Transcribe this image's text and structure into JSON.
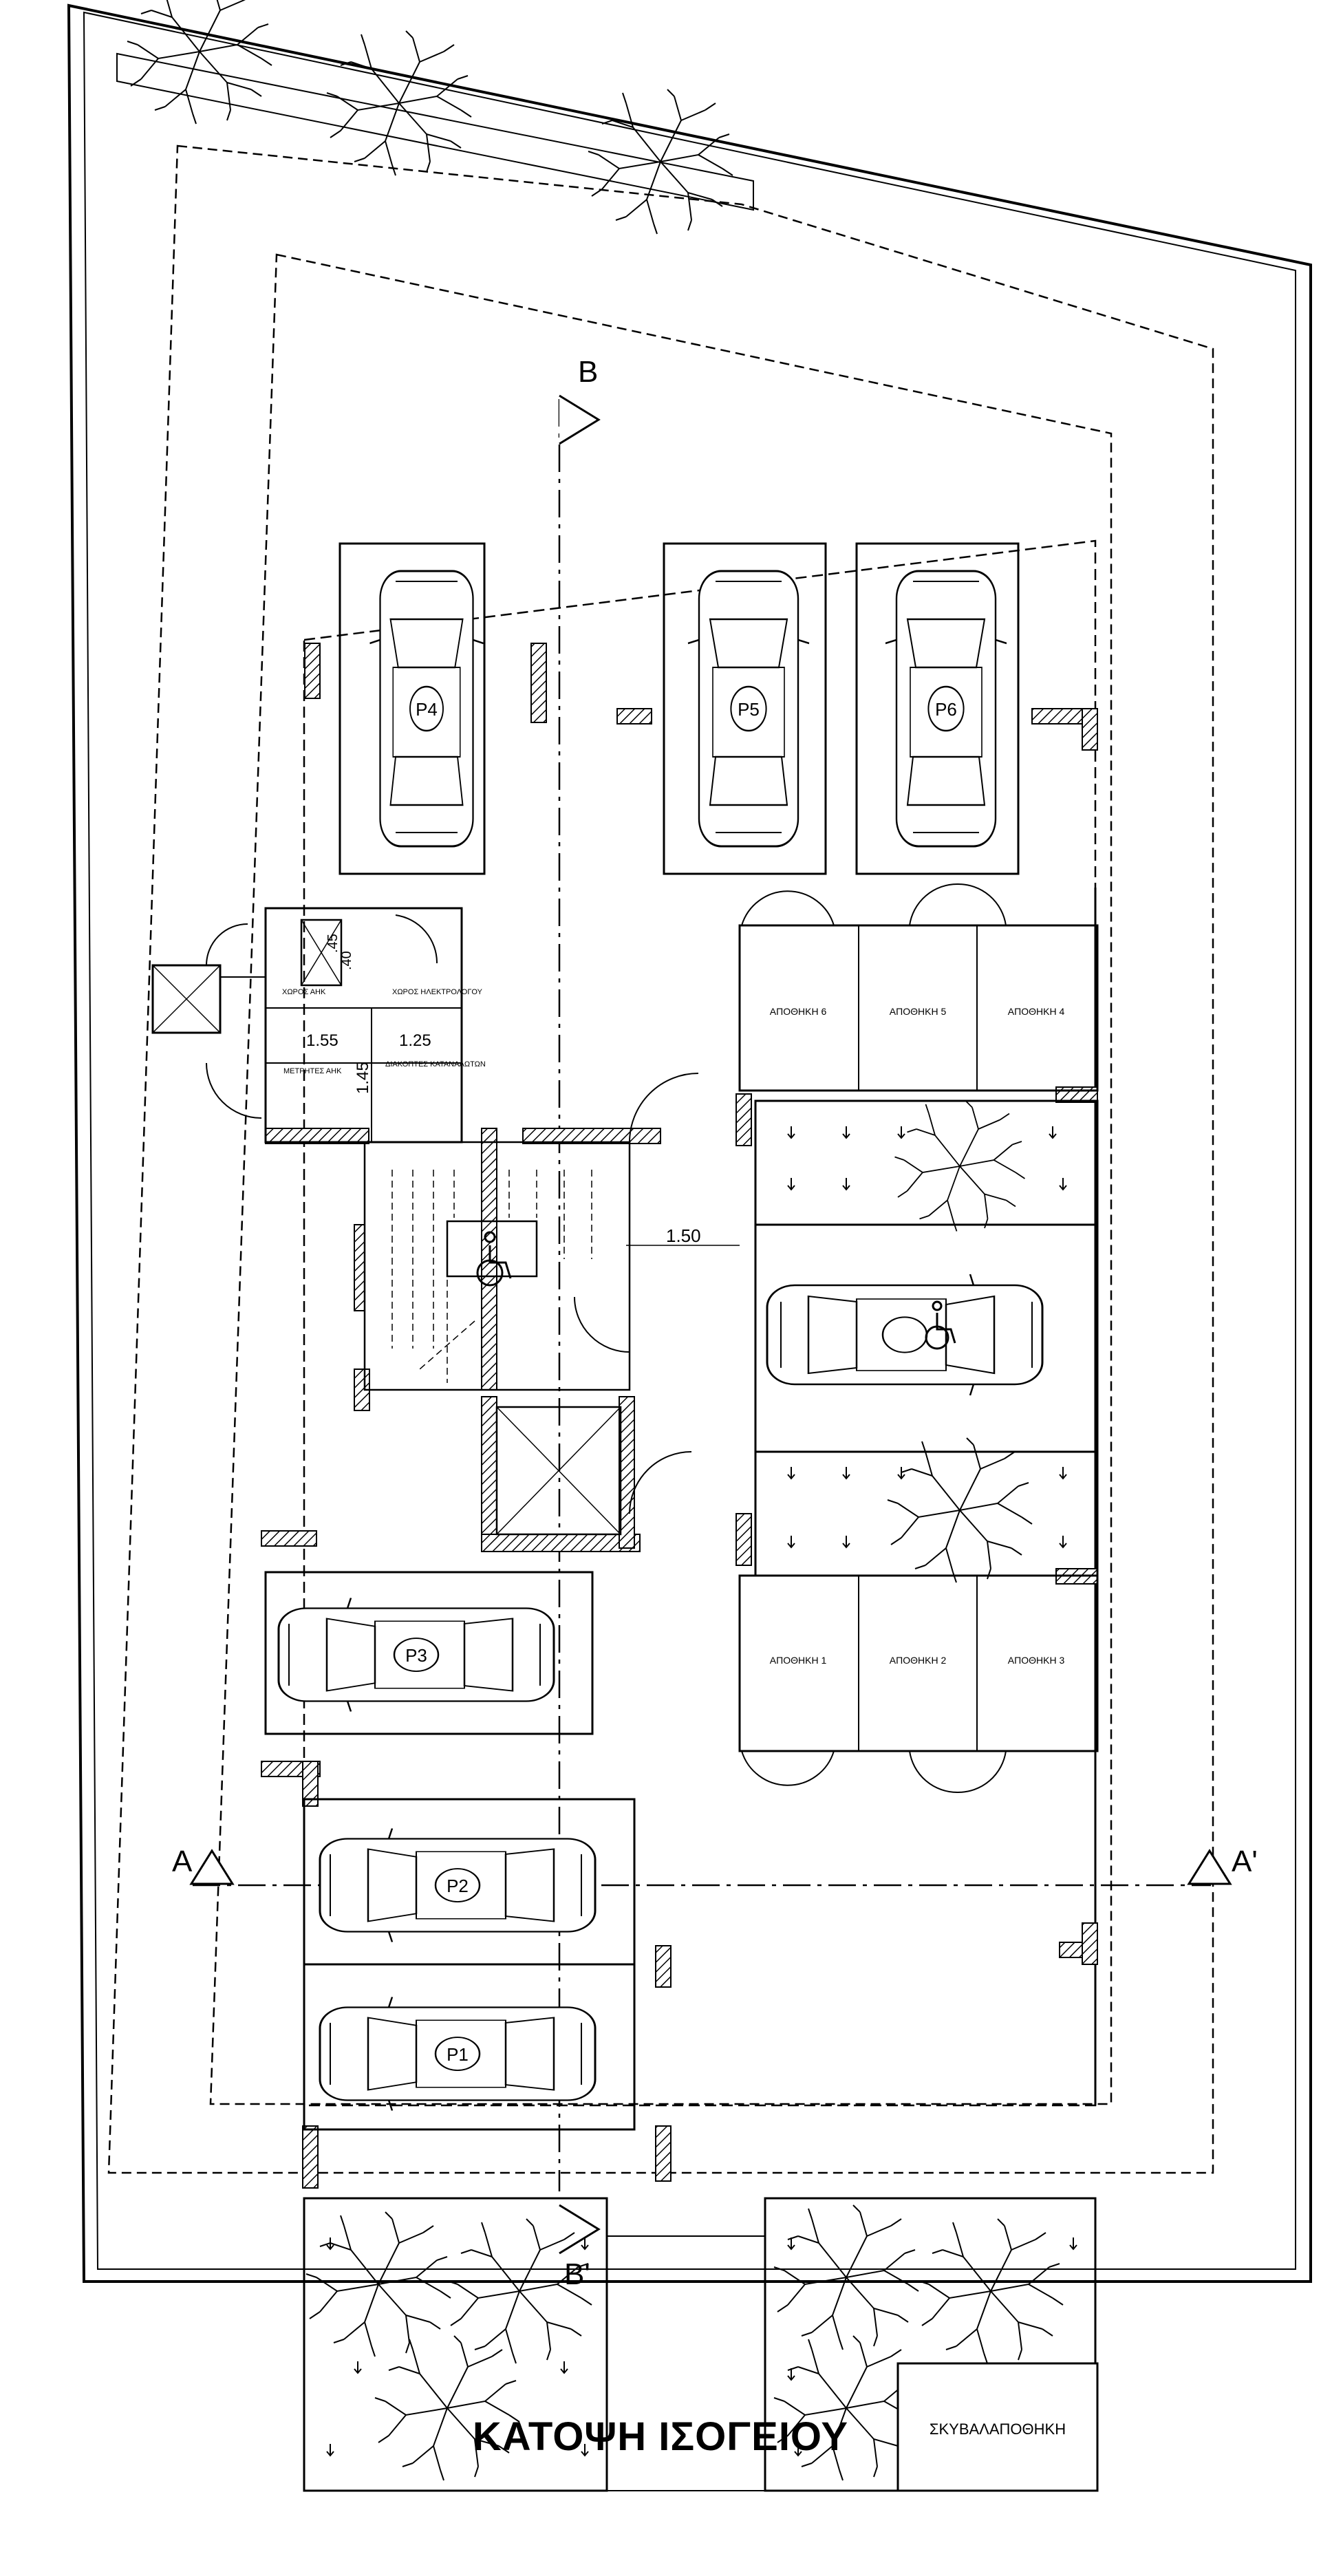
{
  "title": "ΚΑΤΟΨΗ ΙΣΟΓΕΙΟΥ",
  "section_marks": {
    "b_top": "B",
    "b_bottom": "B'",
    "a_left": "A",
    "a_right": "A'"
  },
  "parking": [
    "P4",
    "P5",
    "P6",
    "P3",
    "P2",
    "P1"
  ],
  "storage_top": [
    "ΑΠΟΘΗΚΗ 6",
    "ΑΠΟΘΗΚΗ 5",
    "ΑΠΟΘΗΚΗ 4"
  ],
  "storage_bottom": [
    "ΑΠΟΘΗΚΗ 1",
    "ΑΠΟΘΗΚΗ 2",
    "ΑΠΟΘΗΚΗ 3"
  ],
  "rooms": {
    "ahk_space": "ΧΩΡΟΣ ΑΗΚ",
    "electrician_space": "ΧΩΡΟΣ ΗΛΕΚΤΡΟΛΟΓΟΥ",
    "ahk_meters": "ΜΕΤΡΗΤΕΣ ΑΗΚ",
    "switches": "ΔΙΑΚΟΠΤΕΣ ΚΑΤΑΝΑΛΩΤΩΝ",
    "waste_storage": "ΣΚΥΒΑΛΑΠΟΘΗΚΗ"
  },
  "dimensions": {
    "d1": "1.55",
    "d2": "1.25",
    "d3": "1.45",
    "d4": "1.50",
    "d5": ".45",
    "d6": ".40"
  }
}
